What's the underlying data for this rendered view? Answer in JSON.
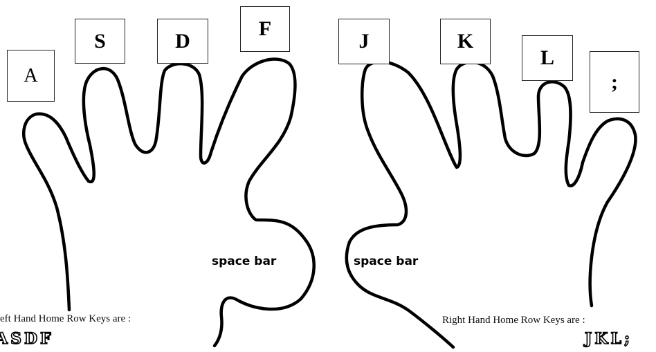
{
  "keys": {
    "a": "A",
    "s": "S",
    "d": "D",
    "f": "F",
    "j": "J",
    "k": "K",
    "l": "L",
    "semicolon": ";"
  },
  "labels": {
    "space_bar_left": "space bar",
    "space_bar_right": "space bar",
    "left_caption": "eft Hand Home Row Keys are :",
    "right_caption": "Right Hand Home Row Keys are :"
  },
  "home_row": {
    "left": "ASDF",
    "right": "JKL;"
  },
  "colors": {
    "outline": "#000000",
    "background": "#ffffff"
  }
}
